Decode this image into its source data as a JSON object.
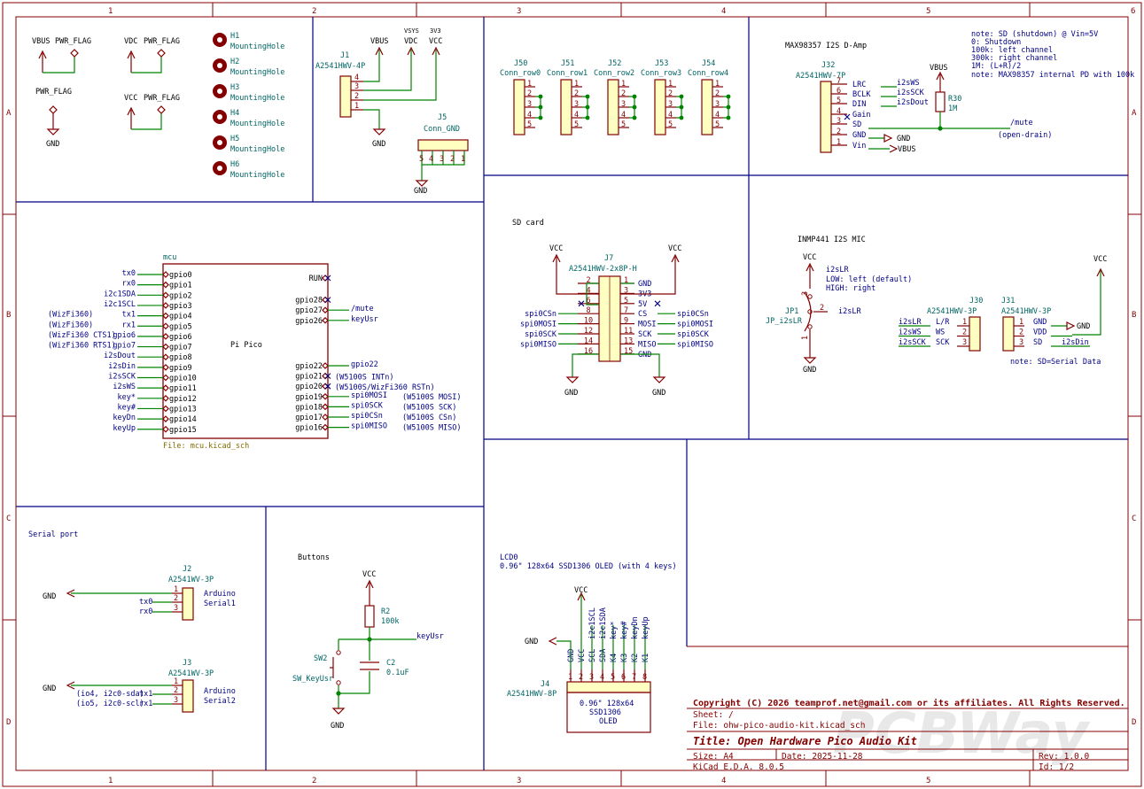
{
  "frame": {
    "cols": [
      "1",
      "2",
      "3",
      "4",
      "5",
      "6"
    ],
    "rows": [
      "A",
      "B",
      "C",
      "D"
    ]
  },
  "top_left": {
    "flags": [
      "VBUS",
      "PWR_FLAG",
      "VDC",
      "PWR_FLAG",
      "PWR_FLAG",
      "GND",
      "VCC",
      "PWR_FLAG"
    ],
    "holes": [
      {
        "ref": "H1",
        "val": "MountingHole"
      },
      {
        "ref": "H2",
        "val": "MountingHole"
      },
      {
        "ref": "H3",
        "val": "MountingHole"
      },
      {
        "ref": "H4",
        "val": "MountingHole"
      },
      {
        "ref": "H5",
        "val": "MountingHole"
      },
      {
        "ref": "H6",
        "val": "MountingHole"
      }
    ]
  },
  "j1": {
    "ref": "J1",
    "val": "A2541HWV-4P",
    "pins": [
      "4",
      "3",
      "2",
      "1"
    ],
    "pw": [
      "VBUS",
      "VSYS",
      "VDC",
      "3V3",
      "VCC",
      "GND"
    ]
  },
  "j5": {
    "ref": "J5",
    "val": "Conn_GND",
    "pins": [
      "5",
      "4",
      "3",
      "2",
      "1"
    ],
    "gnd": "GND"
  },
  "rows": [
    {
      "ref": "J50",
      "val": "Conn_row0"
    },
    {
      "ref": "J51",
      "val": "Conn_row1"
    },
    {
      "ref": "J52",
      "val": "Conn_row2"
    },
    {
      "ref": "J53",
      "val": "Conn_row3"
    },
    {
      "ref": "J54",
      "val": "Conn_row4"
    }
  ],
  "row_pins": [
    "1",
    "2",
    "3",
    "4",
    "5"
  ],
  "amp": {
    "title": "MAX98357 I2S D-Amp",
    "ref": "J32",
    "val": "A2541HWV-7P",
    "pins": [
      {
        "n": "7",
        "s": "LRC",
        "net": "i2sWS"
      },
      {
        "n": "6",
        "s": "BCLK",
        "net": "i2sSCK"
      },
      {
        "n": "5",
        "s": "DIN",
        "net": "i2sDout"
      },
      {
        "n": "4",
        "s": "Gain",
        "net": ""
      },
      {
        "n": "3",
        "s": "SD",
        "net": "/mute"
      },
      {
        "n": "2",
        "s": "GND",
        "net": "GND"
      },
      {
        "n": "1",
        "s": "Vin",
        "net": "VBUS"
      }
    ],
    "notes": [
      "note: SD (shutdown) @ Vin=5V",
      "0: Shutdown",
      "100k: left channel",
      "300k: right channel",
      "1M: (L+R)/2",
      "note: MAX98357 internal PD with 100k"
    ],
    "r30": {
      "ref": "R30",
      "val": "1M",
      "pw": "VBUS"
    },
    "opendrain": "(open-drain)"
  },
  "mcu": {
    "sheet_name": "mcu",
    "label": "Pi Pico",
    "file": "File: mcu.kicad_sch",
    "left": [
      {
        "pin": "gpio0",
        "net": "tx0",
        "note": ""
      },
      {
        "pin": "gpio1",
        "net": "rx0",
        "note": ""
      },
      {
        "pin": "gpio2",
        "net": "i2c1SDA",
        "note": ""
      },
      {
        "pin": "gpio3",
        "net": "i2c1SCL",
        "note": ""
      },
      {
        "pin": "gpio4",
        "net": "tx1",
        "note": "(WizFi360)"
      },
      {
        "pin": "gpio5",
        "net": "rx1",
        "note": "(WizFi360)"
      },
      {
        "pin": "gpio6",
        "net": "gpio6",
        "note": "(WizFi360 CTS1)"
      },
      {
        "pin": "gpio7",
        "net": "gpio7",
        "note": "(WizFi360 RTS1)"
      },
      {
        "pin": "gpio8",
        "net": "i2sDout",
        "note": ""
      },
      {
        "pin": "gpio9",
        "net": "i2sDin",
        "note": ""
      },
      {
        "pin": "gpio10",
        "net": "i2sSCK",
        "note": ""
      },
      {
        "pin": "gpio11",
        "net": "i2sWS",
        "note": ""
      },
      {
        "pin": "gpio12",
        "net": "key*",
        "note": ""
      },
      {
        "pin": "gpio13",
        "net": "key#",
        "note": ""
      },
      {
        "pin": "gpio14",
        "net": "keyDn",
        "note": ""
      },
      {
        "pin": "gpio15",
        "net": "keyUp",
        "note": ""
      }
    ],
    "right_top": [
      {
        "pin": "RUN",
        "net": "",
        "note": ""
      },
      {
        "pin": "gpio28",
        "net": "",
        "note": ""
      },
      {
        "pin": "gpio27",
        "net": "/mute",
        "note": ""
      },
      {
        "pin": "gpio26",
        "net": "keyUsr",
        "note": ""
      }
    ],
    "right_bot": [
      {
        "pin": "gpio22",
        "net": "gpio22",
        "note": ""
      },
      {
        "pin": "gpio21",
        "net": "",
        "note": "(W5100S INTn)"
      },
      {
        "pin": "gpio20",
        "net": "",
        "note": "(W5100S/WizFi360 RSTn)"
      },
      {
        "pin": "gpio19",
        "net": "spi0MOSI",
        "note": "(W5100S MOSI)"
      },
      {
        "pin": "gpio18",
        "net": "spi0SCK",
        "note": "(W5100S SCK)"
      },
      {
        "pin": "gpio17",
        "net": "spi0CSn",
        "note": "(W5100S CSn)"
      },
      {
        "pin": "gpio16",
        "net": "spi0MISO",
        "note": "(W5100S MISO)"
      }
    ]
  },
  "sd": {
    "title": "SD card",
    "ref": "J7",
    "val": "A2541HWV-2x8P-H",
    "left": [
      {
        "n": "2",
        "net": ""
      },
      {
        "n": "4",
        "net": ""
      },
      {
        "n": "6",
        "net": ""
      },
      {
        "n": "8",
        "net": "spi0CSn"
      },
      {
        "n": "10",
        "net": "spi0MOSI"
      },
      {
        "n": "12",
        "net": "spi0SCK"
      },
      {
        "n": "14",
        "net": "spi0MISO"
      },
      {
        "n": "16",
        "net": ""
      }
    ],
    "right": [
      {
        "n": "1",
        "s": "GND",
        "net": ""
      },
      {
        "n": "3",
        "s": "3V3",
        "net": ""
      },
      {
        "n": "5",
        "s": "5V",
        "net": ""
      },
      {
        "n": "7",
        "s": "CS",
        "net": "spi0CSn"
      },
      {
        "n": "9",
        "s": "MOSI",
        "net": "spi0MOSI"
      },
      {
        "n": "11",
        "s": "SCK",
        "net": "spi0SCK"
      },
      {
        "n": "13",
        "s": "MISO",
        "net": "spi0MISO"
      },
      {
        "n": "15",
        "s": "GND",
        "net": ""
      }
    ],
    "pw": [
      "VCC",
      "VCC",
      "GND",
      "GND"
    ]
  },
  "mic": {
    "title": "INMP441 I2S MIC",
    "jp": {
      "ref": "JP1",
      "val": "JP_i2sLR",
      "pins": [
        "3",
        "2",
        "1"
      ],
      "net": "i2sLR",
      "pw": [
        "VCC",
        "GND"
      ]
    },
    "note": [
      "i2sLR",
      "LOW: left (default)",
      "HIGH: right"
    ],
    "j30": {
      "ref": "J30",
      "val": "A2541HWV-3P",
      "rows": [
        {
          "net": "i2sLR",
          "s": "L/R",
          "n": "1"
        },
        {
          "net": "i2sWS",
          "s": "WS",
          "n": "2"
        },
        {
          "net": "i2sSCK",
          "s": "SCK",
          "n": "3"
        }
      ]
    },
    "j31": {
      "ref": "J31",
      "val": "A2541HWV-3P",
      "rows": [
        {
          "n": "1",
          "s": "GND",
          "net": "GND"
        },
        {
          "n": "2",
          "s": "VDD",
          "net": ""
        },
        {
          "n": "3",
          "s": "SD",
          "net": "i2sDin"
        }
      ],
      "pw": "VCC"
    },
    "sdnote": "note: SD=Serial Data"
  },
  "serial": {
    "title": "Serial port",
    "j2": {
      "ref": "J2",
      "val": "A2541WV-3P",
      "pins": [
        "1",
        "2",
        "3"
      ],
      "nets": [
        "",
        "tx0",
        "rx0"
      ],
      "label": [
        "Arduino",
        "Serial1"
      ],
      "gnd": "GND"
    },
    "j3": {
      "ref": "J3",
      "val": "A2541WV-3P",
      "pins": [
        "1",
        "2",
        "3"
      ],
      "nets": [
        "",
        "tx1",
        "rx1"
      ],
      "notes": [
        "(io4, i2c0-sda)",
        "(io5, i2c0-scl)"
      ],
      "label": [
        "Arduino",
        "Serial2"
      ],
      "gnd": "GND"
    }
  },
  "buttons": {
    "title": "Buttons",
    "vcc": "VCC",
    "r2": {
      "ref": "R2",
      "val": "100k"
    },
    "c2": {
      "ref": "C2",
      "val": "0.1uF"
    },
    "sw": {
      "ref": "SW2",
      "val": "SW_KeyUsr"
    },
    "net": "keyUsr",
    "gnd": "GND"
  },
  "lcd": {
    "title": "LCD0",
    "subtitle": "0.96\" 128x64 SSD1306 OLED (with 4 keys)",
    "ref": "J4",
    "val": "A2541HWV-8P",
    "vcc": "VCC",
    "gnd": "GND",
    "pins": [
      {
        "n": "1",
        "s": "GND",
        "net": ""
      },
      {
        "n": "2",
        "s": "VCC",
        "net": ""
      },
      {
        "n": "3",
        "s": "SCL",
        "net": "i2c1SCL"
      },
      {
        "n": "4",
        "s": "SDA",
        "net": "i2c1SDA"
      },
      {
        "n": "5",
        "s": "K4",
        "net": "key*"
      },
      {
        "n": "6",
        "s": "K3",
        "net": "key#"
      },
      {
        "n": "7",
        "s": "K2",
        "net": "keyDn"
      },
      {
        "n": "8",
        "s": "K1",
        "net": "keyUp"
      }
    ],
    "body": [
      "0.96\" 128x64",
      "SSD1306",
      "OLED"
    ]
  },
  "title_block": {
    "copyright": "Copyright (C) 2026 teamprof.net@gmail.com or its affiliates. All Rights Reserved.",
    "sheet": "Sheet: /",
    "file": "File: ohw-pico-audio-kit.kicad_sch",
    "title": "Title: Open Hardware Pico Audio Kit",
    "size": "Size: A4",
    "date": "Date: 2025-11-28",
    "rev": "Rev: 1.0.0",
    "tool": "KiCad E.D.A. 8.0.5",
    "id": "Id: 1/2",
    "watermark": "PCBWay"
  }
}
